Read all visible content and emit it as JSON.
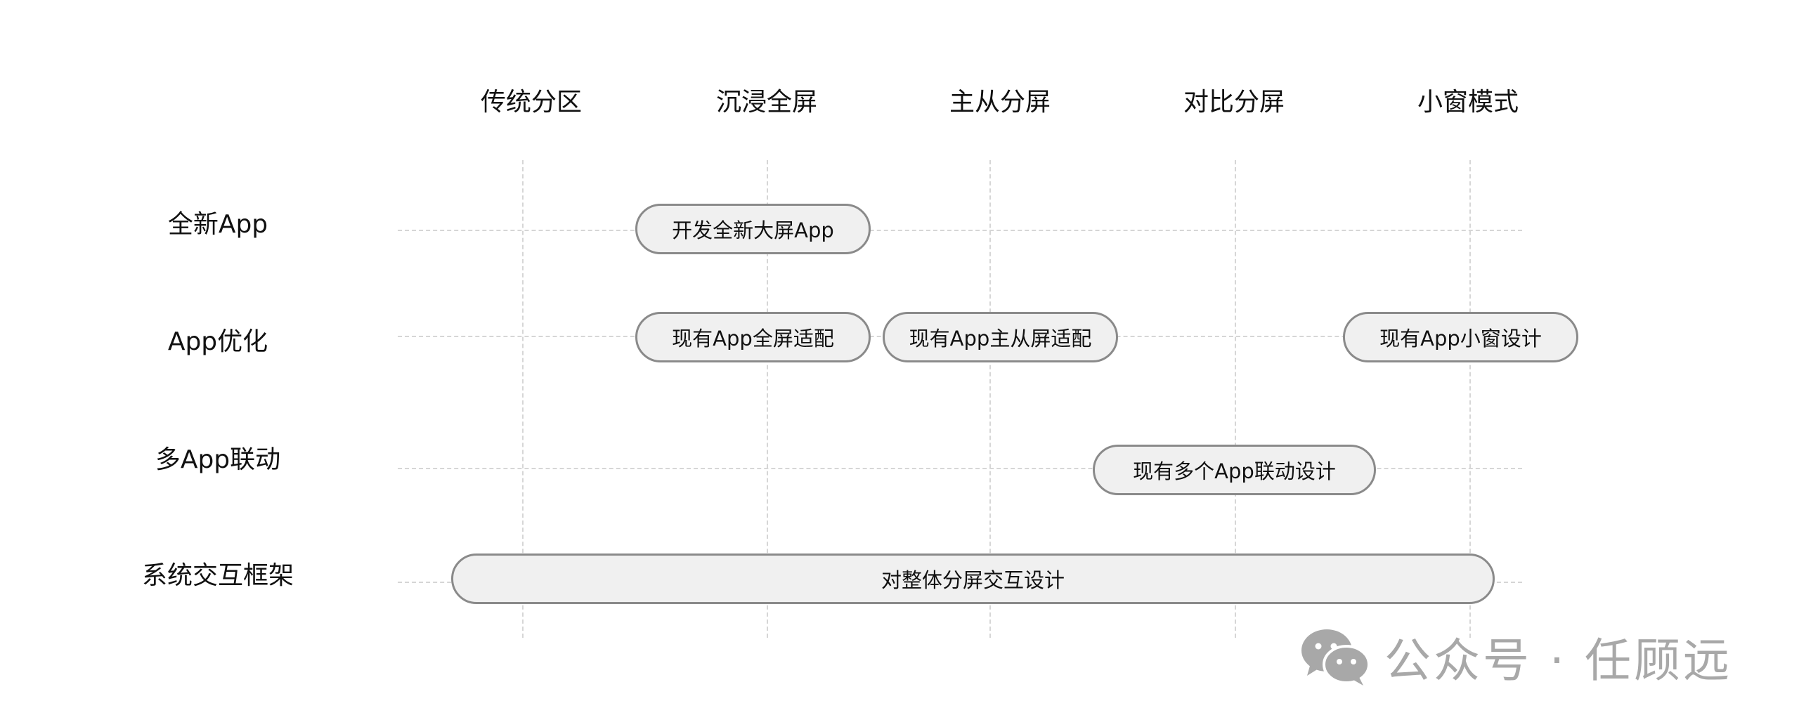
{
  "columns": [
    "传统分区",
    "沉浸全屏",
    "主从分屏",
    "对比分屏",
    "小窗模式"
  ],
  "rows": [
    "全新App",
    "App优化",
    "多App联动",
    "系统交互框架"
  ],
  "items": [
    {
      "label": "开发全新大屏App",
      "row": 0
    },
    {
      "label": "现有App全屏适配",
      "row": 1
    },
    {
      "label": "现有App主从屏适配",
      "row": 1
    },
    {
      "label": "现有App小窗设计",
      "row": 1
    },
    {
      "label": "现有多个App联动设计",
      "row": 2
    },
    {
      "label": "对整体分屏交互设计",
      "row": 3
    }
  ],
  "watermark": {
    "text": "公众号 · 任顾远",
    "icon": "wechat-icon"
  },
  "colors": {
    "text": "#111111",
    "grid": "#d6d6d6",
    "pill_fill": "#f0f0f0",
    "pill_border": "#8a8a8a",
    "watermark": "#a8a8a8"
  }
}
